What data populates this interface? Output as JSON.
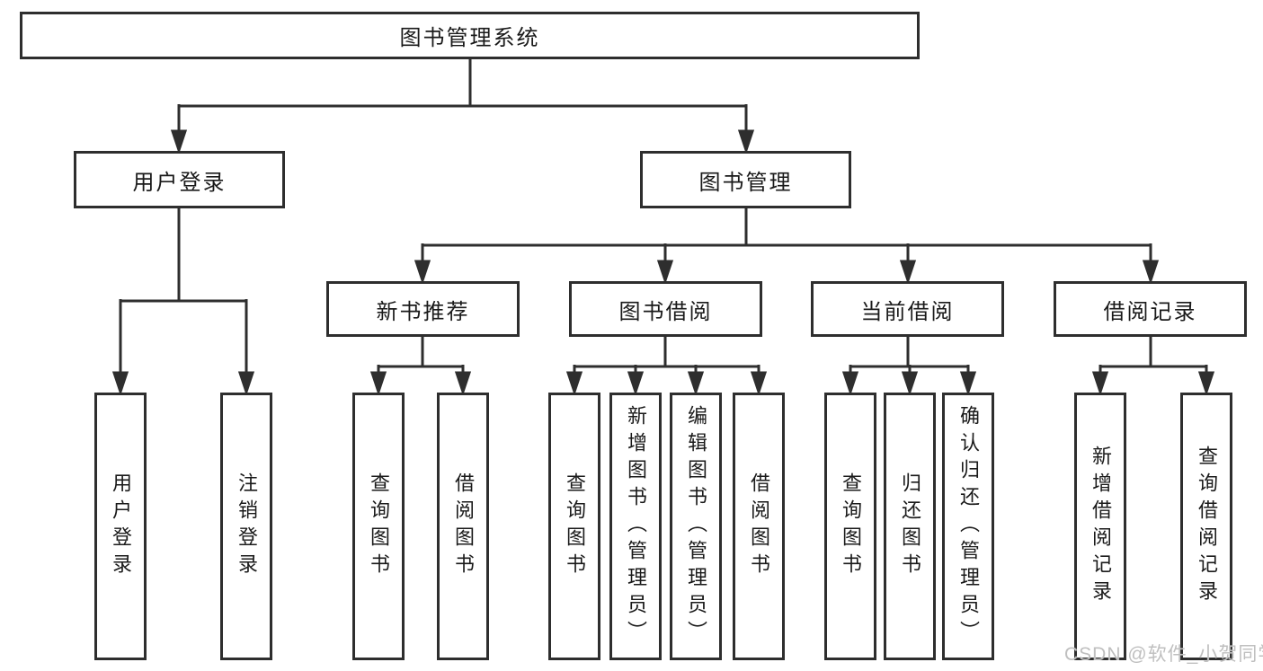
{
  "diagram": {
    "root": {
      "label": "图书管理系统"
    },
    "branches": [
      {
        "label": "用户登录",
        "children": [
          {
            "label": "用户登录"
          },
          {
            "label": "注销登录"
          }
        ]
      },
      {
        "label": "图书管理",
        "groups": [
          {
            "label": "新书推荐",
            "children": [
              {
                "label": "查询图书"
              },
              {
                "label": "借阅图书"
              }
            ]
          },
          {
            "label": "图书借阅",
            "children": [
              {
                "label": "查询图书"
              },
              {
                "label": "新增图书（管理员）"
              },
              {
                "label": "编辑图书（管理员）"
              },
              {
                "label": "借阅图书"
              }
            ]
          },
          {
            "label": "当前借阅",
            "children": [
              {
                "label": "查询图书"
              },
              {
                "label": "归还图书"
              },
              {
                "label": "确认归还（管理员）"
              }
            ]
          },
          {
            "label": "借阅记录",
            "children": [
              {
                "label": "新增借阅记录"
              },
              {
                "label": "查询借阅记录"
              }
            ]
          }
        ]
      }
    ]
  },
  "watermark": {
    "text": "CSDN @软件_小贺同学",
    "color": "#bfbfbf"
  },
  "colors": {
    "line": "#2e2e2e",
    "text": "#1a1a1a",
    "background": "#ffffff"
  }
}
